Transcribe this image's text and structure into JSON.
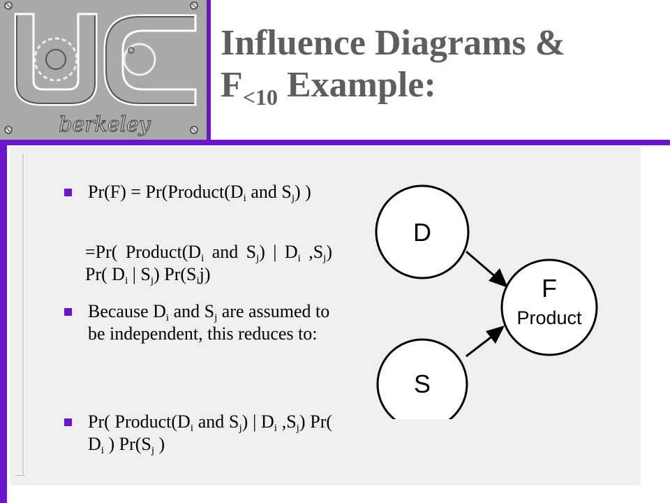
{
  "logo": {
    "text": "berkeley"
  },
  "title": {
    "line1": "Influence Diagrams &",
    "f": "F",
    "sub": "<10",
    "rest": " Example:"
  },
  "bullets": {
    "b1": {
      "a": "Pr(F) = Pr(Product(D",
      "a_sub": "i",
      "b": " and S",
      "b_sub": "j",
      "c": ") )"
    },
    "b1_cont": {
      "a": "=Pr( Product(D",
      "a_sub": "i",
      "b": " and S",
      "b_sub": "j",
      "c": ") | D",
      "c_sub": "i",
      "d": " ,S",
      "d_sub": "j",
      "e": ") Pr( D",
      "e_sub": "i",
      "f": " | S",
      "f_sub": "j",
      "g": ") Pr(S",
      "g_sub": "i",
      "h": "j)"
    },
    "b2": {
      "a": "Because D",
      "a_sub": "i",
      "b": " and S",
      "b_sub": "j",
      "c": " are assumed to be independent, this reduces to:"
    },
    "b3": {
      "a": "Pr( Product(D",
      "a_sub": "i",
      "b": " and S",
      "b_sub": "j",
      "c": ") | D",
      "c_sub": "i",
      "d": " ,S",
      "d_sub": "j",
      "e": ") Pr( D",
      "e_sub": "i",
      "f": " ) Pr(S",
      "f_sub": "j",
      "g": " )"
    }
  },
  "diagram": {
    "node_d": "D",
    "node_s": "S",
    "node_f": "F",
    "node_f_sub": "Product"
  },
  "colors": {
    "accent": "#6a16c8",
    "panel": "#efefef",
    "title": "#5e5e5e",
    "logo_bg": "#a9a9a9"
  }
}
